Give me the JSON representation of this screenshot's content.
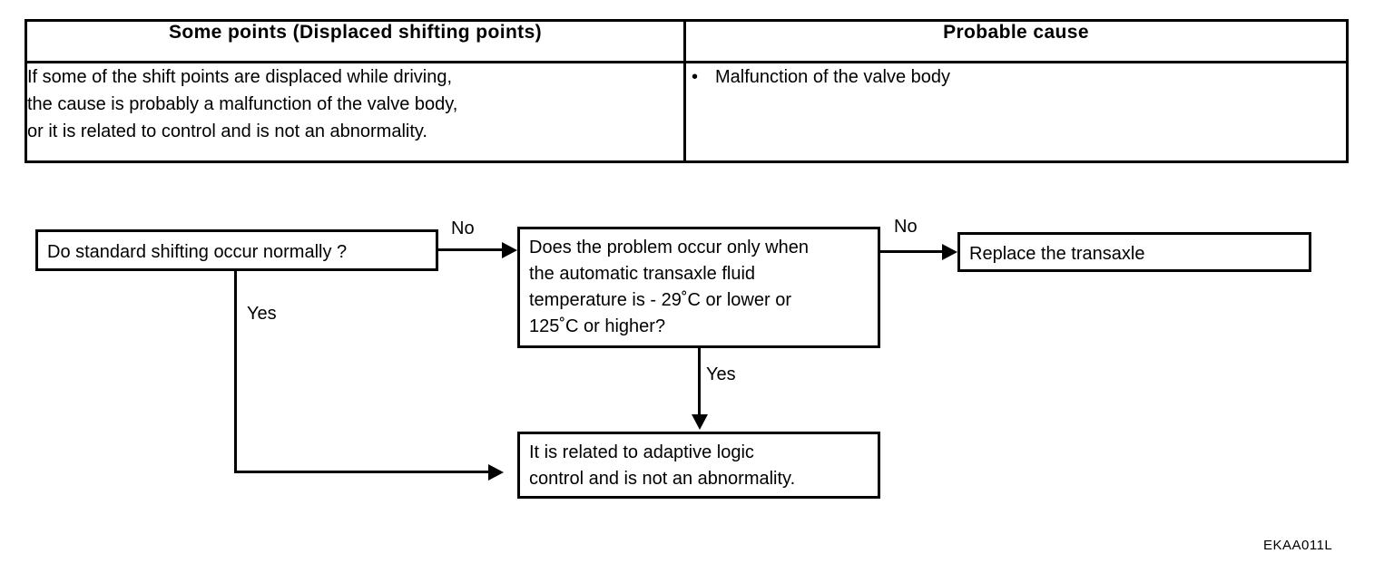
{
  "table": {
    "headers": {
      "left": "Some points (Displaced shifting points)",
      "right": "Probable cause"
    },
    "symptom_lines": [
      "If some of the shift points are displaced while driving,",
      "the cause is probably a malfunction of the valve body,",
      "or it is related to control and is not an abnormality."
    ],
    "causes": [
      "Malfunction of the valve body"
    ],
    "bullet_glyph": "•"
  },
  "flowchart": {
    "boxes": {
      "standard_shifting": {
        "lines": [
          "Do standard shifting occur normally ?"
        ]
      },
      "fluid_temp": {
        "lines": [
          "Does the problem occur only when",
          "the automatic transaxle fluid",
          "temperature is - 29˚C or lower or",
          "125˚C or higher?"
        ]
      },
      "replace_transaxle": {
        "lines": [
          "Replace the transaxle"
        ]
      },
      "adaptive_logic": {
        "lines": [
          "It is related to adaptive logic",
          "control and is not an abnormality."
        ]
      }
    },
    "edge_labels": {
      "no_1": "No",
      "no_2": "No",
      "yes_1": "Yes",
      "yes_2": "Yes"
    }
  },
  "figure_code": "EKAA011L",
  "colors": {
    "ink": "#000000",
    "paper": "#ffffff"
  }
}
